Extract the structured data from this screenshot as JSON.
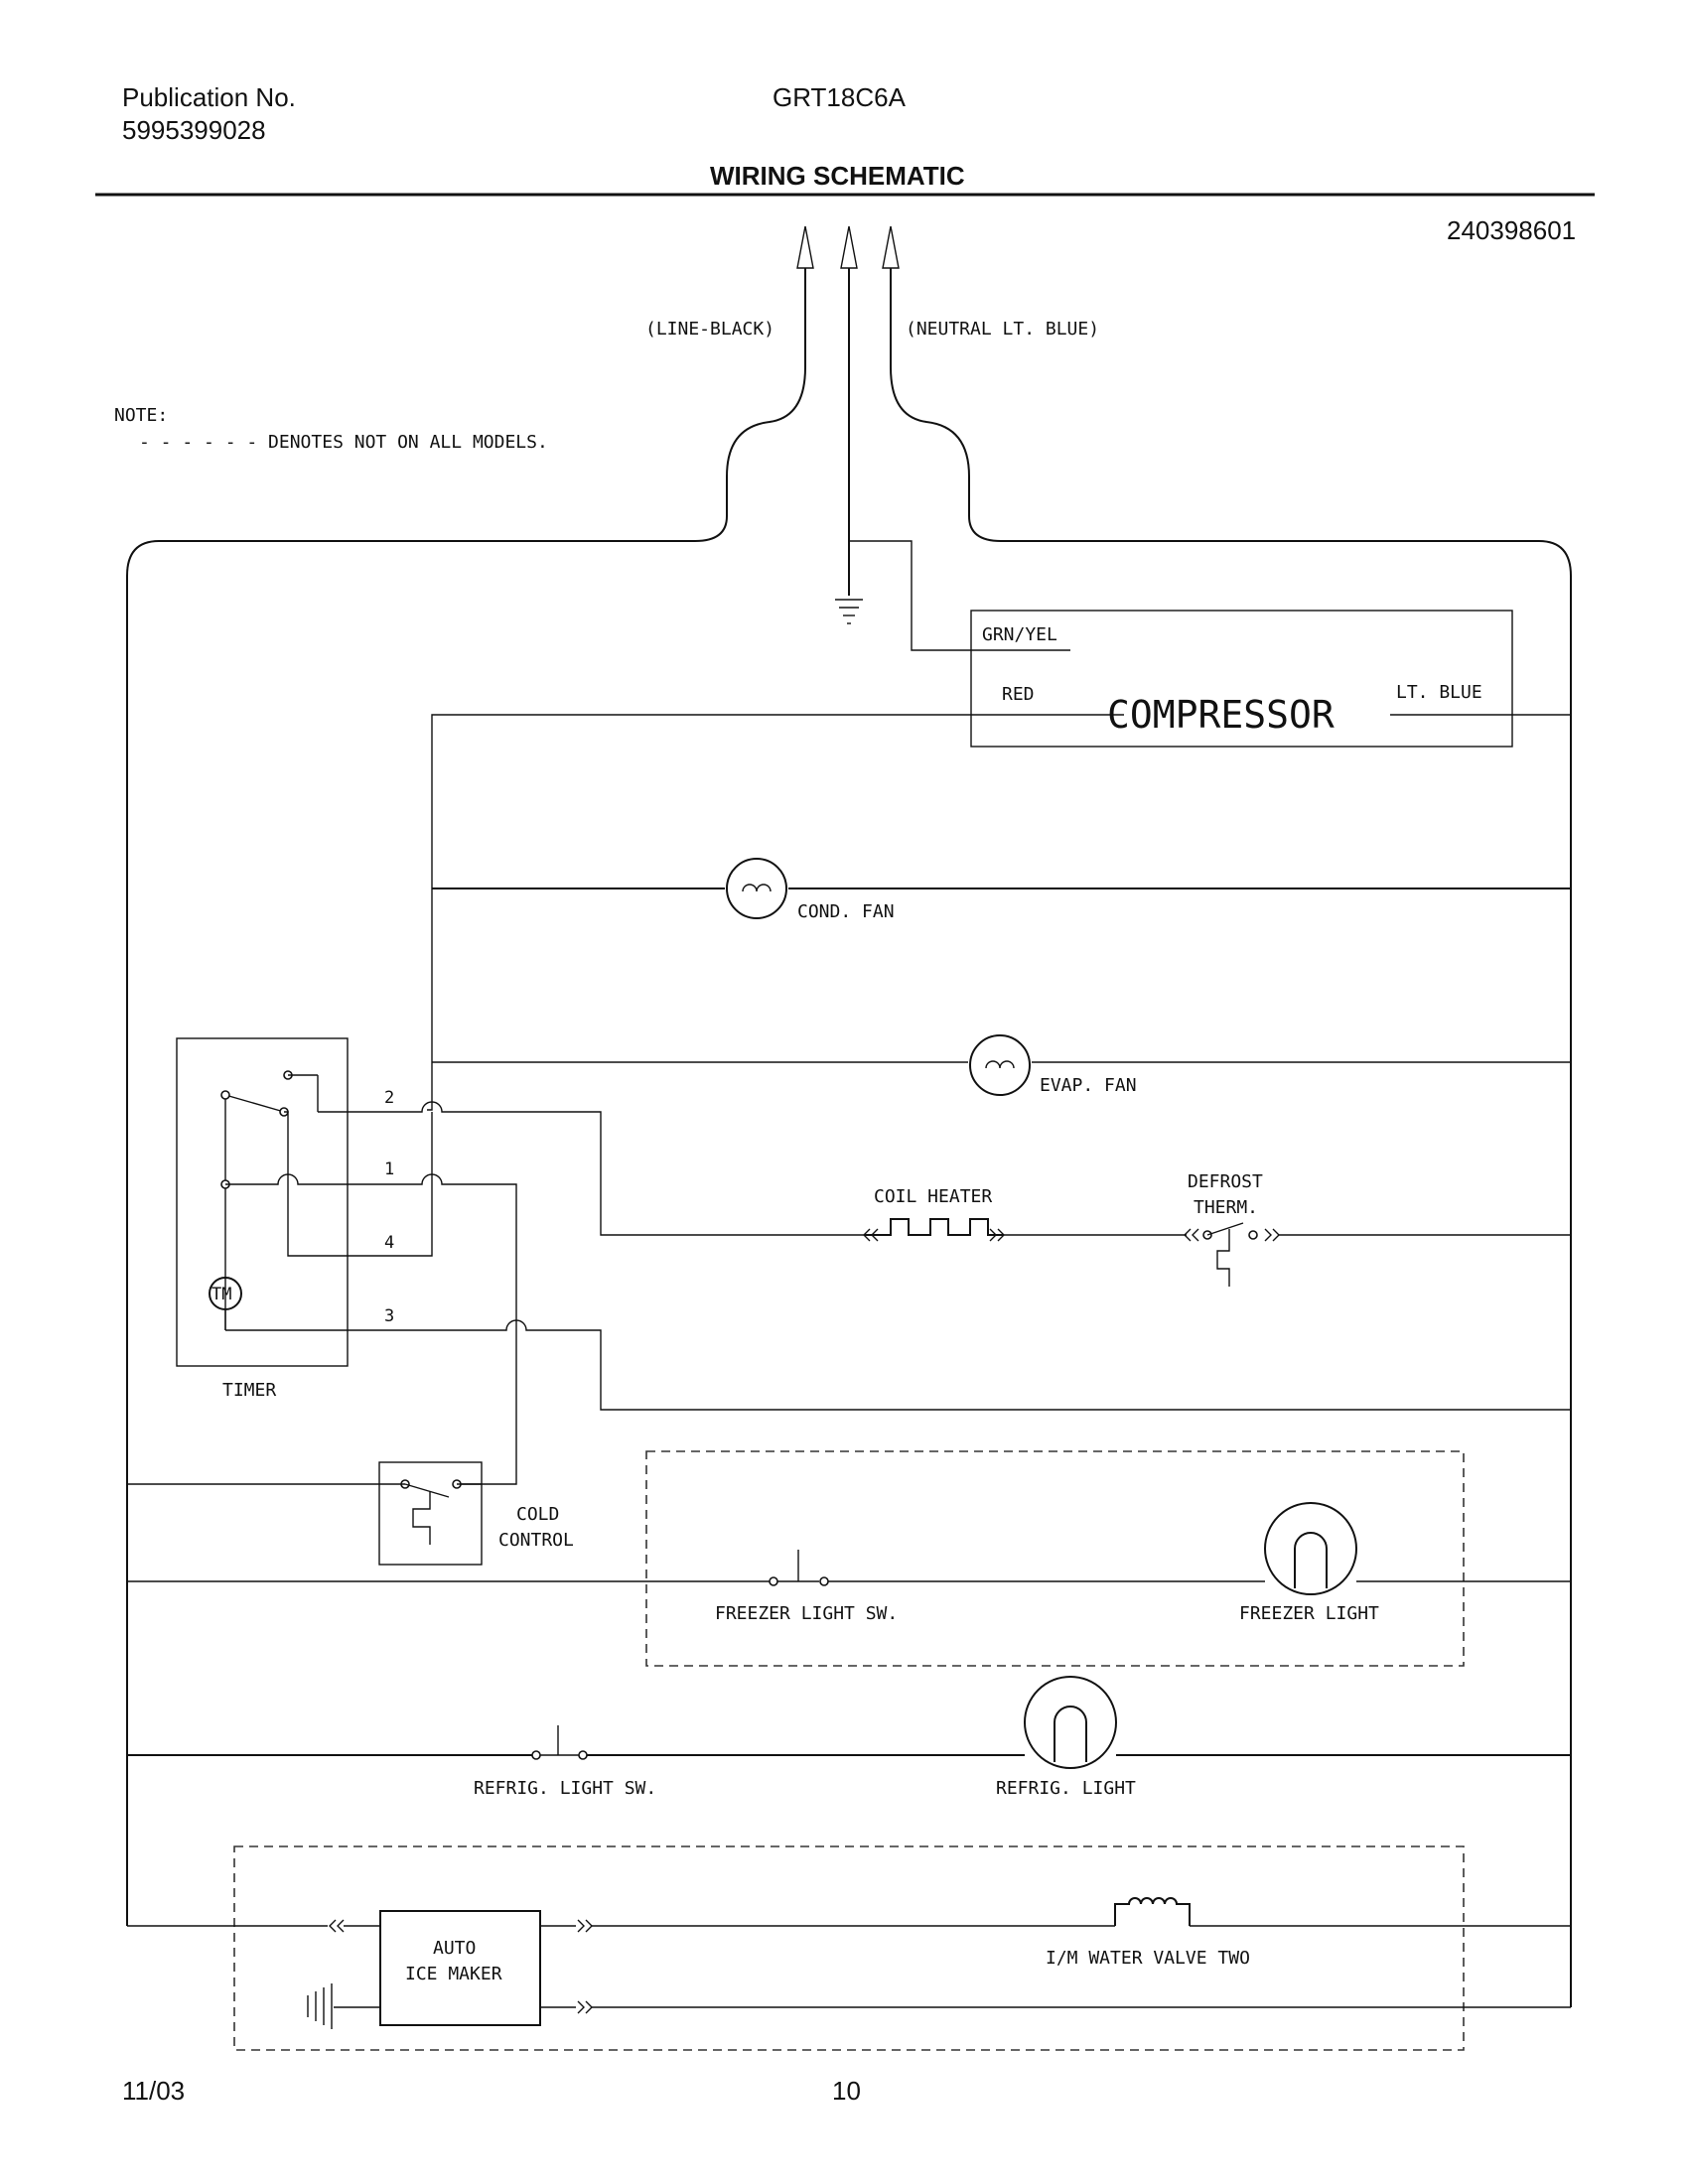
{
  "header": {
    "publication_label": "Publication No.",
    "publication_number": "5995399028",
    "model": "GRT18C6A",
    "title": "WIRING SCHEMATIC",
    "doc_number": "240398601"
  },
  "power": {
    "line_label": "(LINE-BLACK)",
    "neutral_label": "(NEUTRAL LT. BLUE)"
  },
  "note": {
    "title": "NOTE:",
    "text": "- - - - - - DENOTES NOT ON ALL MODELS."
  },
  "compressor": {
    "name": "COMPRESSOR",
    "ground_label": "GRN/YEL",
    "left_label": "RED",
    "right_label": "LT. BLUE"
  },
  "components": {
    "cond_fan": "COND. FAN",
    "evap_fan": "EVAP. FAN",
    "coil_heater": "COIL HEATER",
    "defrost_therm_line1": "DEFROST",
    "defrost_therm_line2": "THERM.",
    "timer": "TIMER",
    "timer_motor": "TM",
    "cold_control_line1": "COLD",
    "cold_control_line2": "CONTROL",
    "freezer_light_sw": "FREEZER LIGHT SW.",
    "freezer_light": "FREEZER LIGHT",
    "refrig_light_sw": "REFRIG. LIGHT SW.",
    "refrig_light": "REFRIG. LIGHT",
    "ice_maker_line1": "AUTO",
    "ice_maker_line2": "ICE MAKER",
    "water_valve": "I/M WATER VALVE TWO"
  },
  "timer_terminals": [
    "2",
    "1",
    "4",
    "3"
  ],
  "footer": {
    "date": "11/03",
    "page": "10"
  }
}
